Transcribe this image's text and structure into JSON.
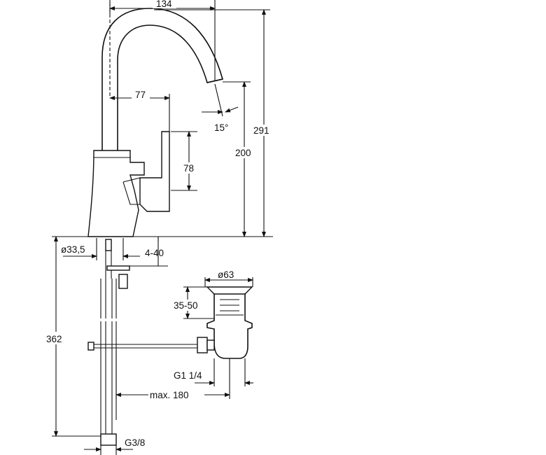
{
  "dimensions": {
    "spout_reach": "134",
    "handle_offset": "77",
    "spout_angle": "15°",
    "total_height": "291",
    "spout_height": "200",
    "handle_height": "78",
    "base_diameter": "ø33,5",
    "deck_thickness": "4-40",
    "waste_diameter": "ø63",
    "waste_height": "35-50",
    "waste_thread": "G1 1/4",
    "rod_length": "max. 180",
    "hose_length": "362",
    "hose_connection": "G3/8"
  },
  "colors": {
    "line": "#111111",
    "background": "#ffffff"
  }
}
